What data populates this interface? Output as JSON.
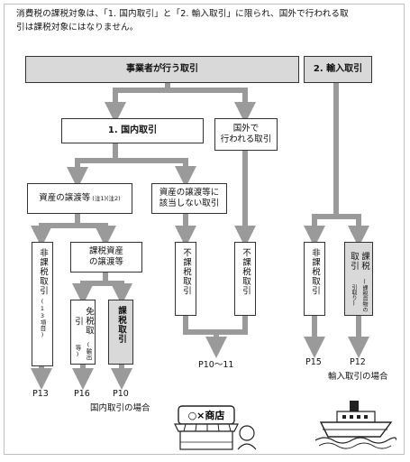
{
  "intro": {
    "line1": "消費税の課税対象は、「1. 国内取引」と「2. 輸入取引」に限られ、国外で行われる取",
    "line2": "引は課税対象にはなりません。"
  },
  "nodes": {
    "business_transactions": "事業者が行う取引",
    "import_transaction": "2. 輸入取引",
    "domestic_transaction": "1. 国内取引",
    "overseas_transaction": [
      "国外で",
      "行われる取引"
    ],
    "asset_transfer": "資産の譲渡等",
    "asset_transfer_note": "(注1)(注2)",
    "not_asset_transfer": [
      "資産の譲渡等に",
      "該当しない取引"
    ],
    "taxable_asset_transfer": [
      "課税資産",
      "の譲渡等"
    ],
    "non_taxable": "非課税取引",
    "non_taxable_note": "(13項目)",
    "exempt": "免税取引",
    "exempt_note": "(輸出等)",
    "taxable": "課税取引",
    "not_taxable_1": "不課税取引",
    "not_taxable_2": "不課税取引",
    "import_non_taxable": "非課税取引",
    "import_taxable": "課税取引",
    "import_taxable_note": "(課税貨物の引取り)"
  },
  "pages": {
    "p13": "P13",
    "p16": "P16",
    "p10": "P10",
    "p10_11": "P10〜11",
    "p15": "P15",
    "p12": "P12"
  },
  "captions": {
    "domestic_case": "国内取引の場合",
    "import_case": "輸入取引の場合"
  },
  "illustrations": {
    "shop_sign": "○×商店",
    "shop_icon": "shop-illustration",
    "ship_icon": "ship-illustration"
  },
  "colors": {
    "arrow": "#9a9a9a",
    "gray_box": "#d9d9d9",
    "border": "#333333"
  }
}
